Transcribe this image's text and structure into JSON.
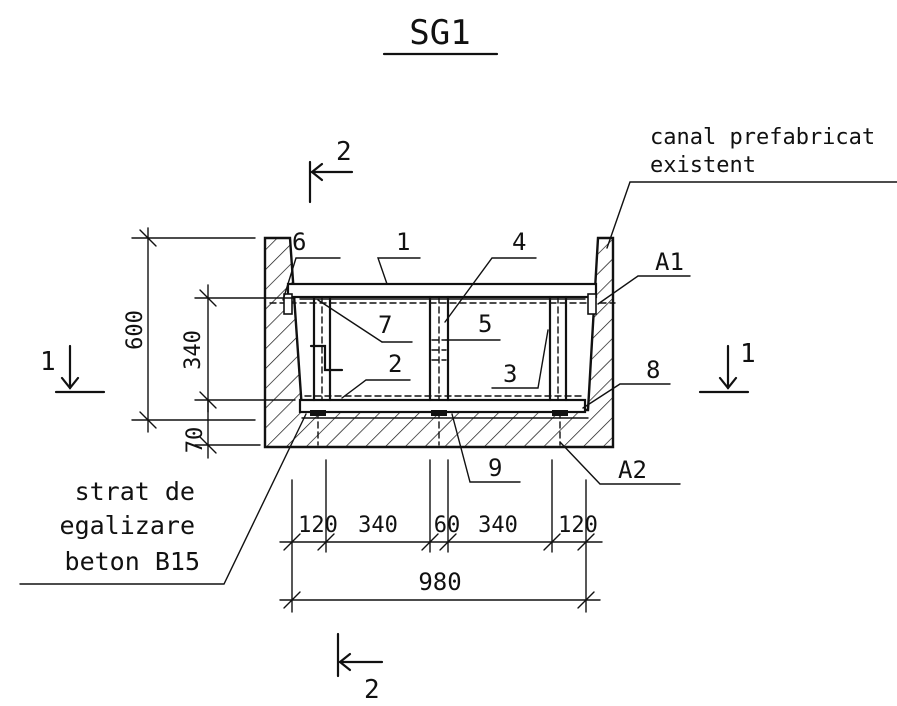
{
  "title": "SG1",
  "section_markers": {
    "top": "2",
    "bottom": "2",
    "left": "1",
    "right": "1"
  },
  "callouts": {
    "canal_line1": "canal prefabricat",
    "canal_line2": "existent",
    "strat_line1": "strat de",
    "strat_line2": "egalizare",
    "strat_line3": "beton B15",
    "a1": "A1",
    "a2": "A2",
    "item1": "1",
    "item2": "2",
    "item3": "3",
    "item4": "4",
    "item5": "5",
    "item6": "6",
    "item7": "7",
    "item8": "8",
    "item9": "9"
  },
  "dimensions": {
    "height_total": "600",
    "height_inner": "340",
    "height_base": "70",
    "w1": "120",
    "w2": "340",
    "w3": "60",
    "w4": "340",
    "w5": "120",
    "total": "980"
  },
  "colors": {
    "ink": "#111111",
    "paper": "#ffffff"
  }
}
